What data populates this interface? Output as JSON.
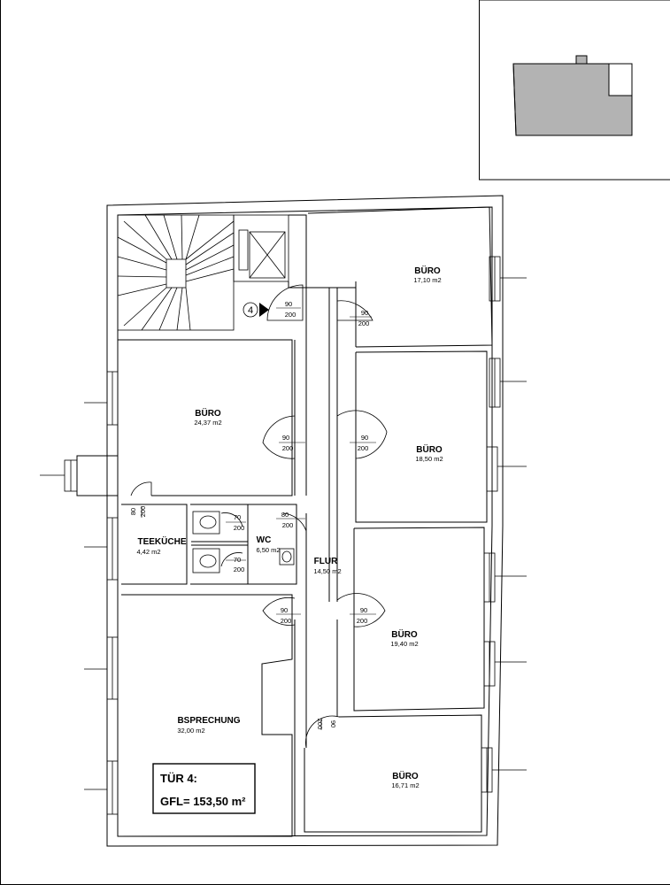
{
  "rooms": {
    "buero_1": {
      "name": "BÜRO",
      "area": "17,10 m2"
    },
    "buero_2": {
      "name": "BÜRO",
      "area": "24,37 m2"
    },
    "buero_3": {
      "name": "BÜRO",
      "area": "18,50 m2"
    },
    "teekueche": {
      "name": "TEEKÜCHE",
      "area": "4,42 m2"
    },
    "wc": {
      "name": "WC",
      "area": "6,50 m2"
    },
    "flur": {
      "name": "FLUR",
      "area": "14,50 m2"
    },
    "buero_4": {
      "name": "BÜRO",
      "area": "19,40 m2"
    },
    "besprechung": {
      "name": "BSPRECHUNG",
      "area": "32,00 m2"
    },
    "buero_5": {
      "name": "BÜRO",
      "area": "16,71 m2"
    }
  },
  "entrance": {
    "number": "4"
  },
  "doors": {
    "w90": "90",
    "w80": "80",
    "w70": "70",
    "h200": "200"
  },
  "summary": {
    "title": "TÜR 4:",
    "gfl": "GFL= 153,50 m²"
  },
  "colors": {
    "line": "#000000",
    "highlight": "#b3b3b3"
  }
}
